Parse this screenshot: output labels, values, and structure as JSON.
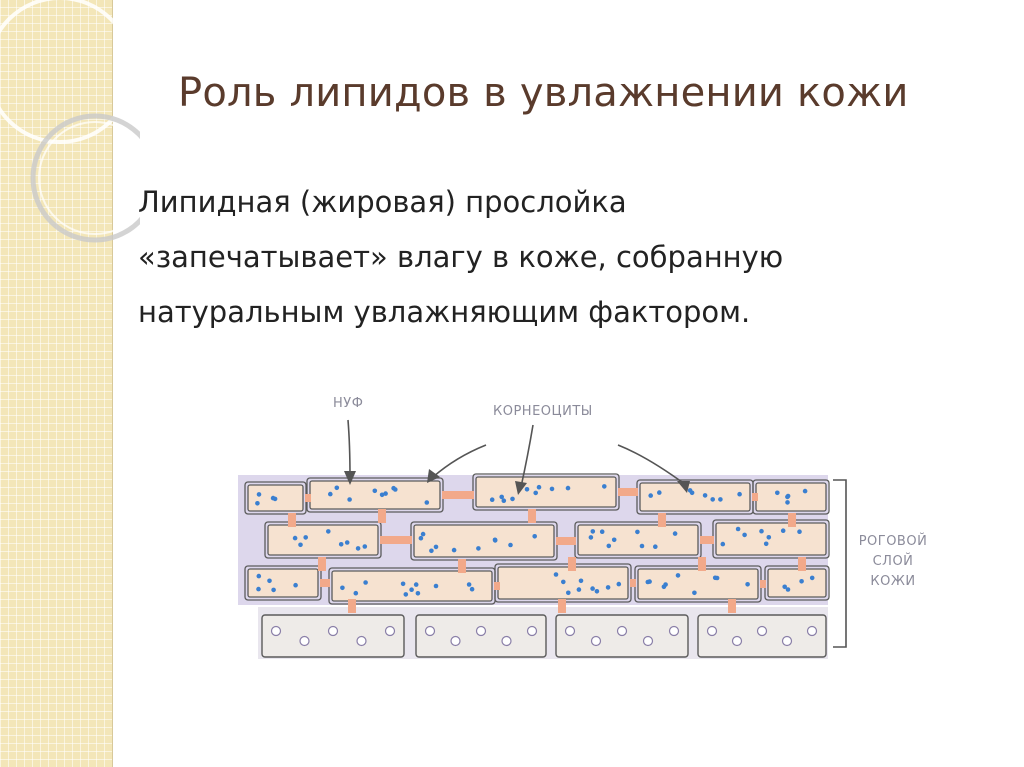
{
  "title": "Роль липидов в увлажнении кожи",
  "body": {
    "line1": "Липидная (жировая) прослойка",
    "line2": "«запечатывает» влагу в коже, собранную",
    "line3": "натуральным увлажняющим фактором."
  },
  "diagram": {
    "label_nmf": "НУФ",
    "label_corneocytes": "КОРНЕОЦИТЫ",
    "label_layer": [
      "РОГОВОЙ",
      "СЛОЙ",
      "КОЖИ"
    ]
  },
  "colors": {
    "sidebar": "#f3e6b8",
    "title": "#5a3b2c",
    "cell_fill": "#f6e2d0",
    "lipid": "#f2a98a",
    "matrix": "#ddd7ec",
    "nmf_dot": "#3a7fd0"
  }
}
